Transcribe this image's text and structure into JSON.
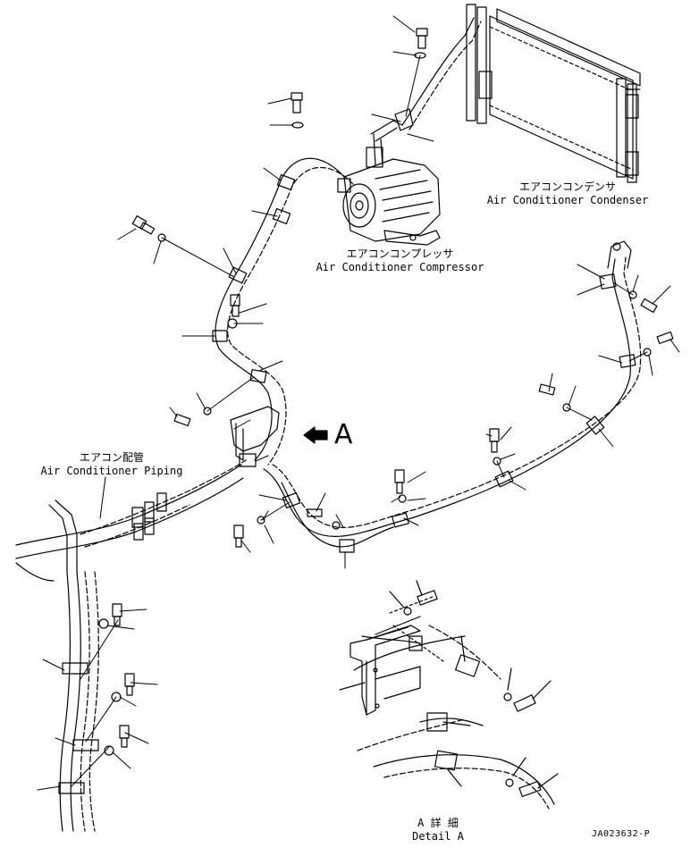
{
  "labels": {
    "condenser_jp": "エアコンコンデンサ",
    "condenser_en": "Air Conditioner Condenser",
    "compressor_jp": "エアコンコンプレッサ",
    "compressor_en": "Air Conditioner Compressor",
    "piping_jp": "エアコン配管",
    "piping_en": "Air Conditioner Piping",
    "view_arrow": "A",
    "detail_jp": "A 詳 細",
    "detail_en": "Detail A",
    "drawing_code": "JA023632-P"
  },
  "colors": {
    "line": "#000000",
    "background": "#ffffff"
  }
}
